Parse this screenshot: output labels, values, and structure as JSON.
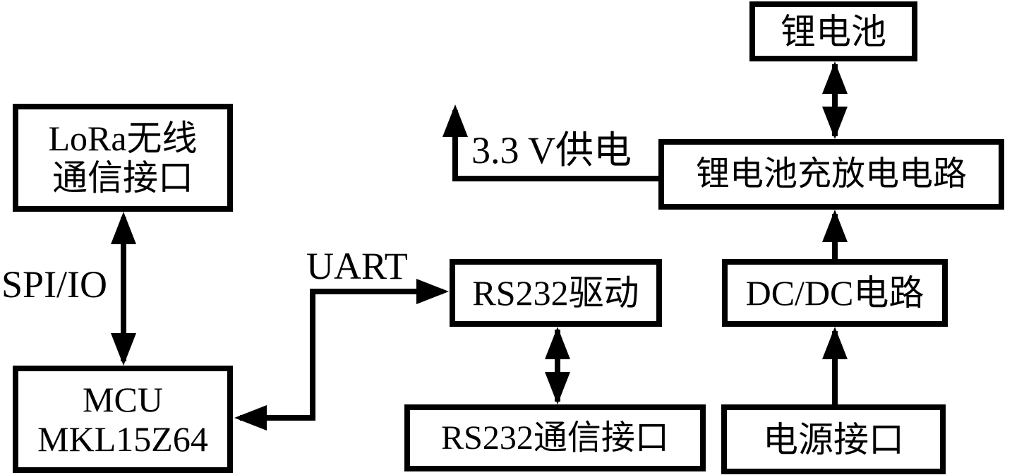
{
  "diagram": {
    "type": "block-diagram",
    "background_color": "#ffffff",
    "line_color": "#000000",
    "blocks": {
      "lora": {
        "lines": [
          "LoRa无线",
          "通信接口"
        ]
      },
      "mcu": {
        "lines": [
          "MCU",
          "MKL15Z64"
        ]
      },
      "rs232_driver": {
        "label": "RS232驱动"
      },
      "rs232_interface": {
        "label": "RS232通信接口"
      },
      "battery": {
        "label": "锂电池"
      },
      "charge_circuit": {
        "label": "锂电池充放电电路"
      },
      "dcdc": {
        "label": "DC/DC电路"
      },
      "power_interface": {
        "label": "电源接口"
      }
    },
    "labels": {
      "spi_io": "SPI/IO",
      "uart": "UART",
      "supply_33v": "3.3 V供电"
    },
    "connections": [
      {
        "from": "lora",
        "to": "mcu",
        "style": "bidirectional",
        "label": "SPI/IO"
      },
      {
        "from": "mcu",
        "to": "rs232_driver",
        "style": "bidirectional",
        "label": "UART"
      },
      {
        "from": "rs232_driver",
        "to": "rs232_interface",
        "style": "bidirectional",
        "label": ""
      },
      {
        "from": "battery",
        "to": "charge_circuit",
        "style": "bidirectional",
        "label": ""
      },
      {
        "from": "dcdc",
        "to": "charge_circuit",
        "style": "arrow-to",
        "label": ""
      },
      {
        "from": "power_interface",
        "to": "dcdc",
        "style": "arrow-to",
        "label": ""
      },
      {
        "from": "charge_circuit",
        "to": "output",
        "style": "arrow-to",
        "label": "3.3 V供电"
      }
    ]
  }
}
